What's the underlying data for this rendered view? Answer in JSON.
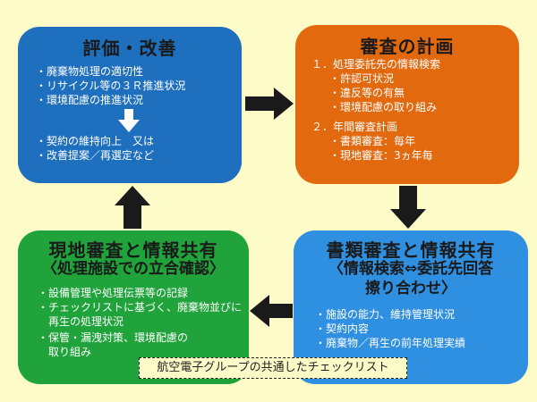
{
  "evaluation": {
    "title": "評価・改善",
    "lines": [
      "・廃棄物処理の適切性",
      "・リサイクル等の３Ｒ推進状況",
      "・環境配慮の推進状況",
      "・契約の維持向上　又は",
      "・改善提案／再選定など"
    ]
  },
  "plan": {
    "title": "審査の計画",
    "lines": [
      "１．処理委託先の情報検索",
      "・許認可状況",
      "・違反等の有無",
      "・環境配慮の取り組み",
      "２．年間審査計画",
      "・書類審査：毎年",
      "・現地審査：3ヵ年毎"
    ]
  },
  "document_review": {
    "title": "書類審査と情報共有",
    "subtitle_1": "〈情報検索⇔委託先回答",
    "subtitle_2": "擦り合わせ〉",
    "lines": [
      "・施設の能力、維持管理状況",
      "・契約内容",
      "・廃棄物／再生の前年処理実績"
    ]
  },
  "site_review": {
    "title": "現地審査と情報共有",
    "subtitle": "〈処理施設での立合確認〉",
    "lines": [
      "・設備管理や処理伝票等の記録",
      "・チェックリストに基づく、廃棄物並びに",
      "　再生の処理状況",
      "・保管・漏洩対策、環境配慮の",
      "　取り組み"
    ]
  },
  "footer_note": "航空電子グループの共通したチェックリスト",
  "colors": {
    "background": "#fdfbc8",
    "evaluation": "#1f6fbf",
    "plan": "#e3690f",
    "site_review": "#1fa33a",
    "document_review": "#2f8fe0",
    "arrow": "#1a1a1a"
  }
}
